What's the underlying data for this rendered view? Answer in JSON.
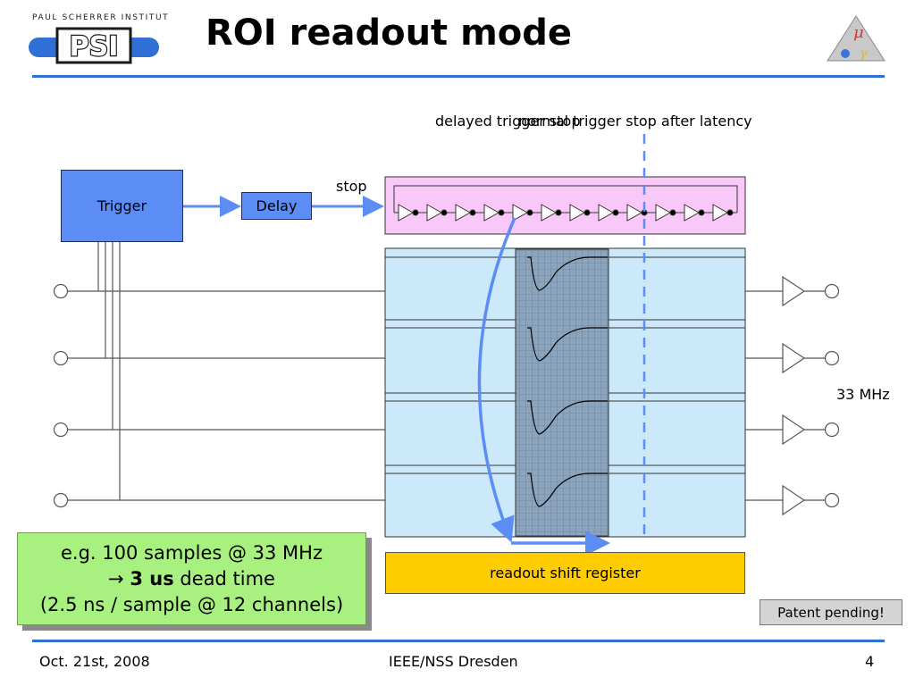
{
  "header": {
    "logo_caption": "PAUL SCHERRER INSTITUT",
    "logo_text": "PSI",
    "title": "ROI readout mode"
  },
  "diagram": {
    "trigger_label": "Trigger",
    "delay_label": "Delay",
    "stop_label": "stop",
    "delayed_trigger_label": "delayed trigger stop",
    "normal_trigger_label": "normal trigger stop after latency",
    "clock_label": "33 MHz",
    "readout_label": "readout shift register",
    "colors": {
      "blue_box": "#5b8df5",
      "domino_bg": "#f8c8f8",
      "channel_bg": "#cce8fb",
      "roi_bg": "#8aa5bd",
      "arrow": "#5b8df5",
      "readout": "#ffcc00",
      "note": "#a8f080"
    }
  },
  "note": {
    "line1": "e.g. 100 samples @ 33 MHz",
    "arrow_symbol": "→",
    "line2_bold": "3 us",
    "line2_rest": " dead time",
    "line3": "(2.5 ns / sample @ 12 channels)"
  },
  "patent": "Patent pending!",
  "footer": {
    "date": "Oct. 21st, 2008",
    "conference": "IEEE/NSS Dresden",
    "page": "4"
  }
}
